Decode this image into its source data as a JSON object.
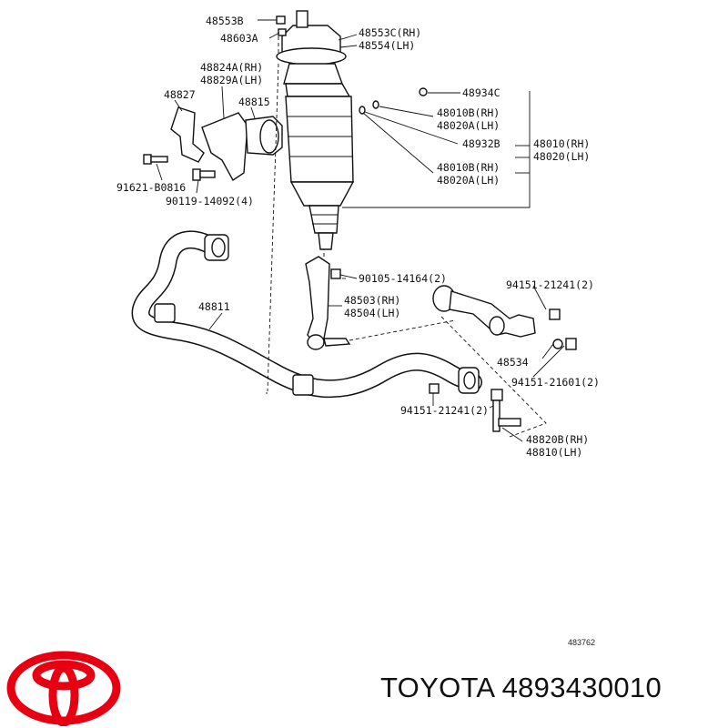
{
  "labels": {
    "l48553b": "48553B",
    "l48603a": "48603A",
    "l48553c": "48553C(RH)",
    "l48554": "48554(LH)",
    "l48824a": "48824A(RH)",
    "l48829a": "48829A(LH)",
    "l48827": "48827",
    "l48815": "48815",
    "l48934c": "48934C",
    "l48010b_top": "48010B(RH)",
    "l48020a_top": "48020A(LH)",
    "l48932b": "48932B",
    "l48010": "48010(RH)",
    "l48020": "48020(LH)",
    "l48010b_bot": "48010B(RH)",
    "l48020a_bot": "48020A(LH)",
    "l91621": "91621-B0816",
    "l90119": "90119-14092(4)",
    "l90105": "90105-14164(2)",
    "l94151_a": "94151-21241(2)",
    "l48811": "48811",
    "l48503": "48503(RH)",
    "l48504": "48504(LH)",
    "l48534": "48534",
    "l94151_b": "94151-21601(2)",
    "l94151_c": "94151-21241(2)",
    "l48820b": "48820B(RH)",
    "l48810": "48810(LH)"
  },
  "ref_code": "483762",
  "caption": "TOYOTA 4893430010",
  "colors": {
    "logo": "#e60012",
    "ink": "#111111"
  },
  "logo_icon": "toyota-logo"
}
